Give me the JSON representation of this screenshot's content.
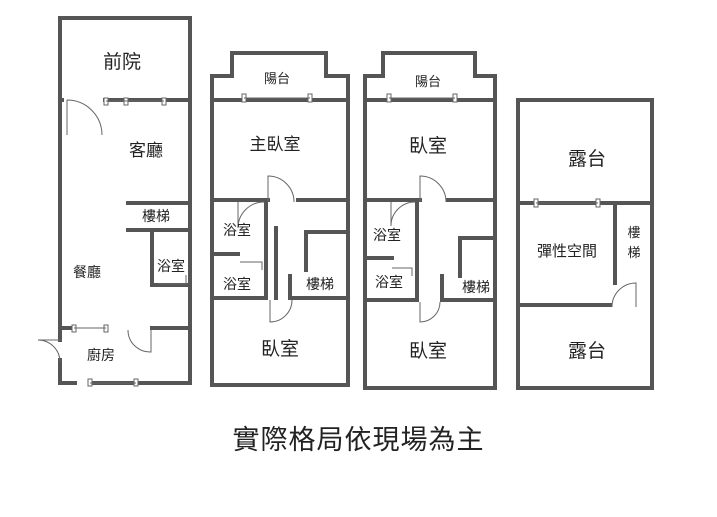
{
  "plans": [
    {
      "rooms": {
        "front_yard": "前院",
        "living_room": "客廳",
        "stairs": "樓梯",
        "bathroom": "浴室",
        "dining_room": "餐廳",
        "kitchen": "廚房"
      }
    },
    {
      "rooms": {
        "balcony": "陽台",
        "master_bedroom": "主臥室",
        "bathroom_1": "浴室",
        "bathroom_2": "浴室",
        "stairs": "樓梯",
        "bedroom": "臥室"
      }
    },
    {
      "rooms": {
        "balcony": "陽台",
        "bedroom_1": "臥室",
        "bathroom_1": "浴室",
        "bathroom_2": "浴室",
        "stairs": "樓梯",
        "bedroom_2": "臥室"
      }
    },
    {
      "rooms": {
        "terrace_1": "露台",
        "flexible_space": "彈性空間",
        "stairs_top": "樓",
        "stairs_bottom": "梯",
        "terrace_2": "露台"
      }
    }
  ],
  "caption": "實際格局依現場為主"
}
